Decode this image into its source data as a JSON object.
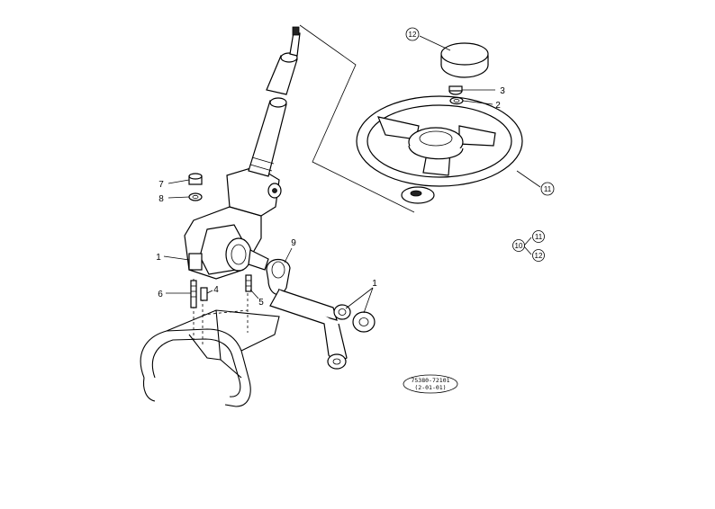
{
  "diagram": {
    "callouts": {
      "c1_left": "1",
      "c1_right": "1",
      "c2": "2",
      "c3": "3",
      "c4": "4",
      "c5": "5",
      "c6": "6",
      "c7": "7",
      "c8": "8",
      "c9": "9",
      "c10": "10",
      "c11_wheel": "11",
      "c11_group": "11",
      "c12_top": "12",
      "c12_group": "12"
    },
    "stamp": {
      "line1": "75380-72101",
      "line2": "(2-01-01)"
    }
  }
}
